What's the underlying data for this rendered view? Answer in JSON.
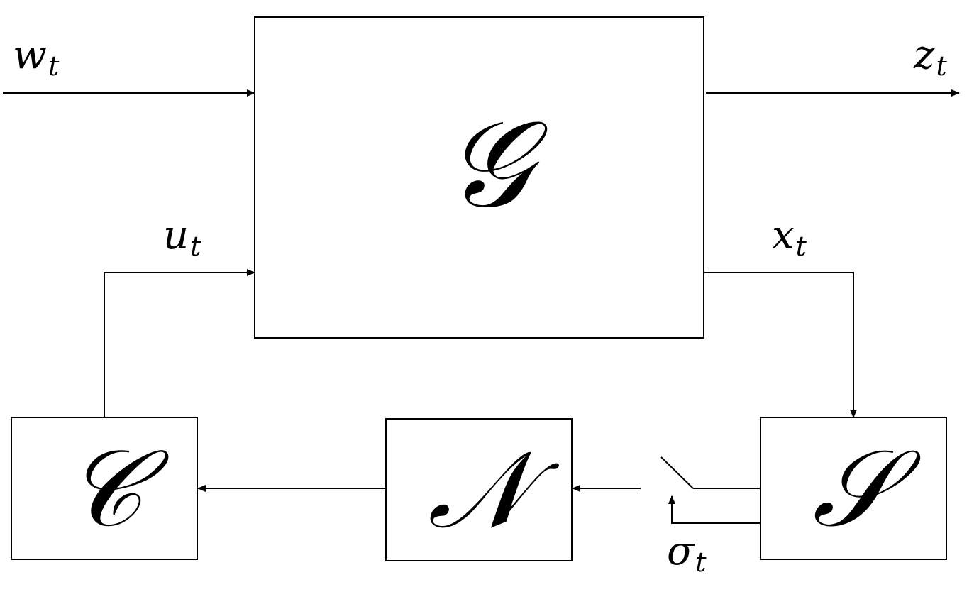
{
  "blocks": {
    "plant": "𝒢",
    "controller": "𝒞",
    "network": "𝒩",
    "sensor": "𝒮"
  },
  "signals": {
    "disturbance": {
      "base": "w",
      "sub": "t"
    },
    "output": {
      "base": "z",
      "sub": "t"
    },
    "control": {
      "base": "u",
      "sub": "t"
    },
    "state": {
      "base": "x",
      "sub": "t"
    },
    "schedule": {
      "base": "σ",
      "sub": "t"
    }
  }
}
